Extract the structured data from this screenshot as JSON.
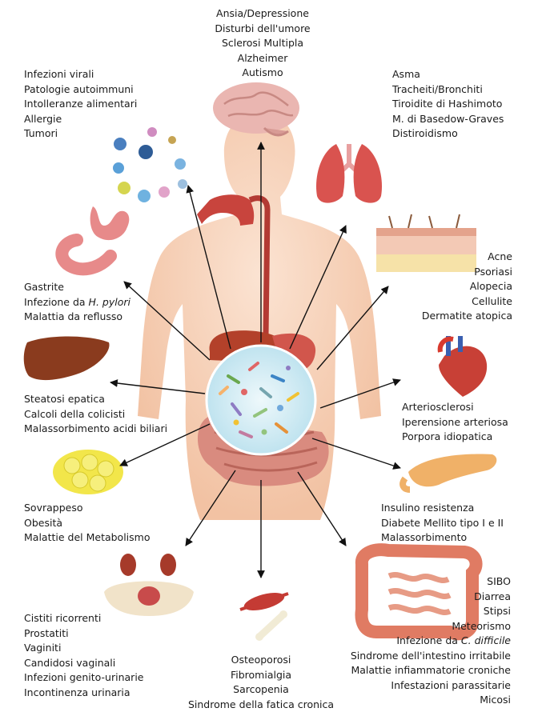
{
  "top": [
    "Ansia/Depressione",
    "Disturbi dell'umore",
    "Sclerosi Multipla",
    "Alzheimer",
    "Autismo"
  ],
  "immune": [
    "Infezioni virali",
    "Patologie autoimmuni",
    "Intolleranze alimentari",
    "Allergie",
    "Tumori"
  ],
  "lungs": [
    "Asma",
    "Tracheiti/Bronchiti",
    "Tiroidite di Hashimoto",
    "M. di Basedow-Graves",
    "Distiroidismo"
  ],
  "stomach": {
    "line1": "Gastrite",
    "line2_prefix": "Infezione da ",
    "line2_italic": "H. pylori",
    "line3": "Malattia da reflusso"
  },
  "skin": [
    "Acne",
    "Psoriasi",
    "Alopecia",
    "Cellulite",
    "Dermatite atopica"
  ],
  "liver": [
    "Steatosi epatica",
    "Calcoli della colicisti",
    "Malassorbimento acidi biliari"
  ],
  "heart": [
    "Arteriosclerosi",
    "Iperensione arteriosa",
    "Porpora idiopatica"
  ],
  "fat": [
    "Sovrappeso",
    "Obesità",
    "Malattie del Metabolismo"
  ],
  "pancreas": [
    "Insulino resistenza",
    "Diabete Mellito tipo I e  II",
    "Malassorbimento"
  ],
  "urinary": [
    "Cistiti ricorrenti",
    "Prostatiti",
    "Vaginiti",
    "Candidosi vaginali",
    "Infezioni genito-urinarie",
    "Incontinenza urinaria"
  ],
  "musculo": [
    "Osteoporosi",
    "Fibromialgia",
    "Sarcopenia",
    "Sindrome della fatica cronica"
  ],
  "intestine": {
    "lines_before": [
      "SIBO",
      "Diarrea",
      "Stipsi",
      "Meteorismo"
    ],
    "cdiff_prefix": "Infezione da ",
    "cdiff_italic": "C. difficile",
    "lines_after": [
      "Sindrome dell'intestino irritabile",
      "Malattie infiammatorie croniche",
      "Infestazioni parassitarie",
      "Micosi"
    ]
  },
  "colors": {
    "skin": "#f6d2b8",
    "organ_red": "#c8443d",
    "microbiome_bg": "#d8eef6",
    "lung": "#d9534f",
    "liver": "#8a3b1e",
    "fat": "#f2e64a",
    "arrow": "#111111"
  }
}
